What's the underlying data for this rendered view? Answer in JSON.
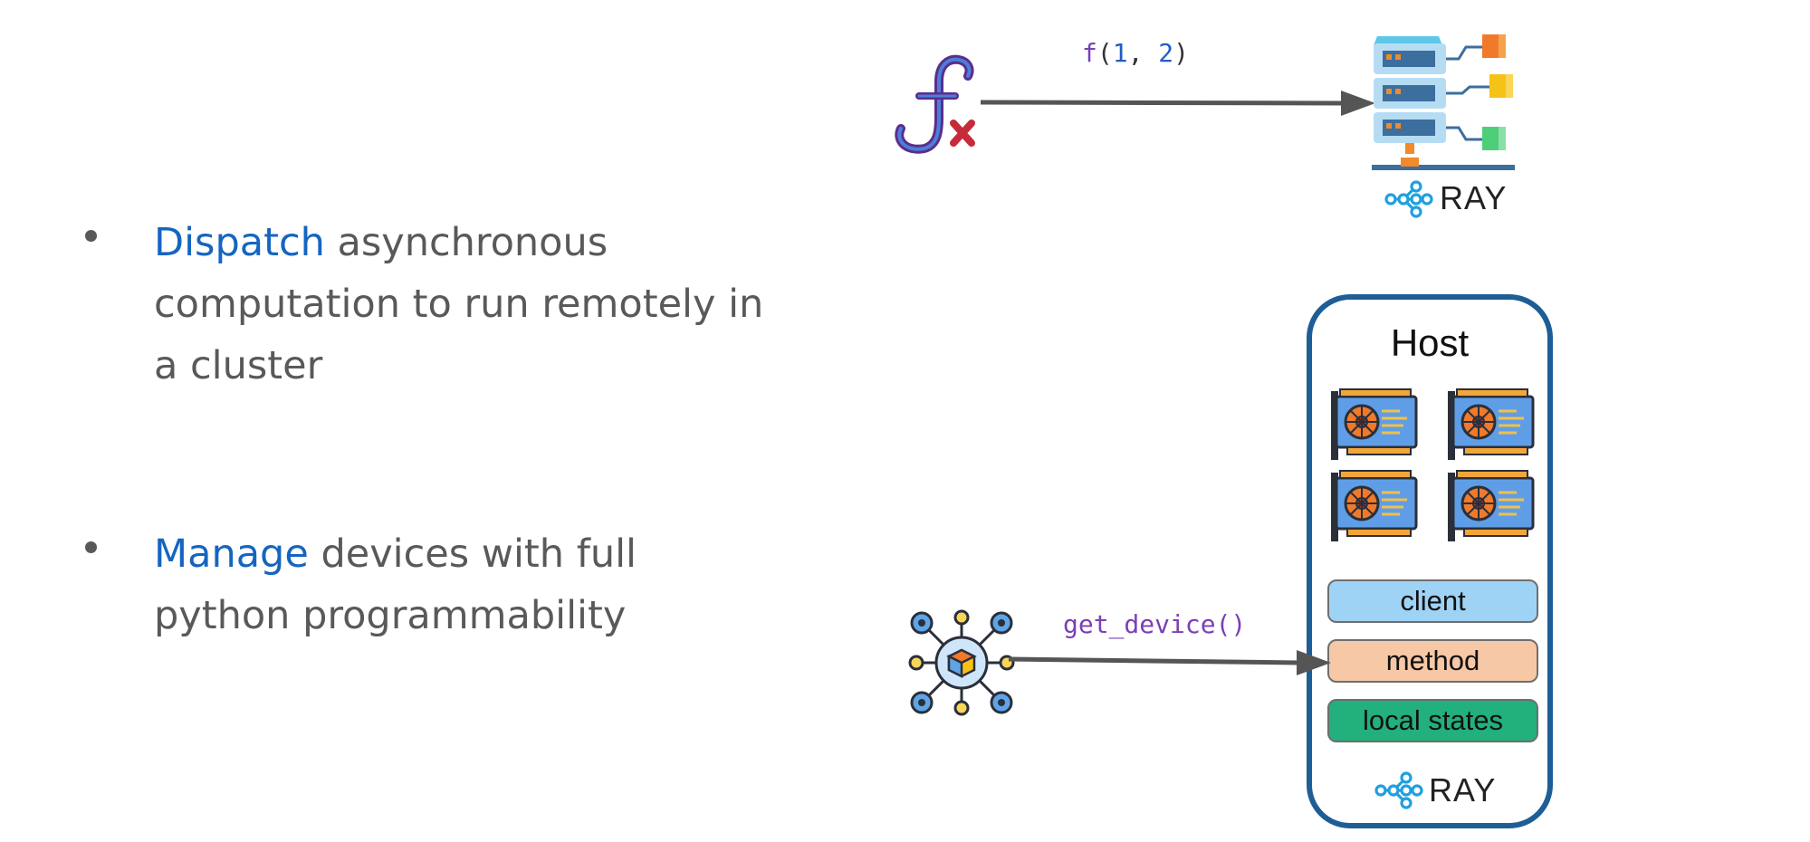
{
  "bullets": [
    {
      "highlight": "Dispatch",
      "rest_line1": " asynchronous",
      "line2": "computation to run remotely in",
      "line3": "a cluster"
    },
    {
      "highlight": "Manage",
      "rest_line1": " devices with full",
      "line2": "python programmability"
    }
  ],
  "call_top": {
    "fn": "f",
    "open": "(",
    "arg1": "1",
    "sep": ", ",
    "arg2": "2",
    "close": ")"
  },
  "call_bottom": "get_device()",
  "host": {
    "title": "Host",
    "layers": [
      {
        "label": "client",
        "color": "#9fd3f5"
      },
      {
        "label": "method",
        "color": "#f7c8a6"
      },
      {
        "label": "local states",
        "color": "#22b07d"
      }
    ]
  },
  "ray_label_top": "RAY",
  "ray_label_bottom": "RAY",
  "colors": {
    "highlight": "#1565c0",
    "body_text": "#595959",
    "arrow": "#555555",
    "host_border": "#1e5e96",
    "ray_blue": "#1fa0e0"
  },
  "icons": [
    "function-icon",
    "server-rack-icon",
    "ray-logo-icon",
    "gpu-card-icon",
    "network-hub-icon"
  ]
}
